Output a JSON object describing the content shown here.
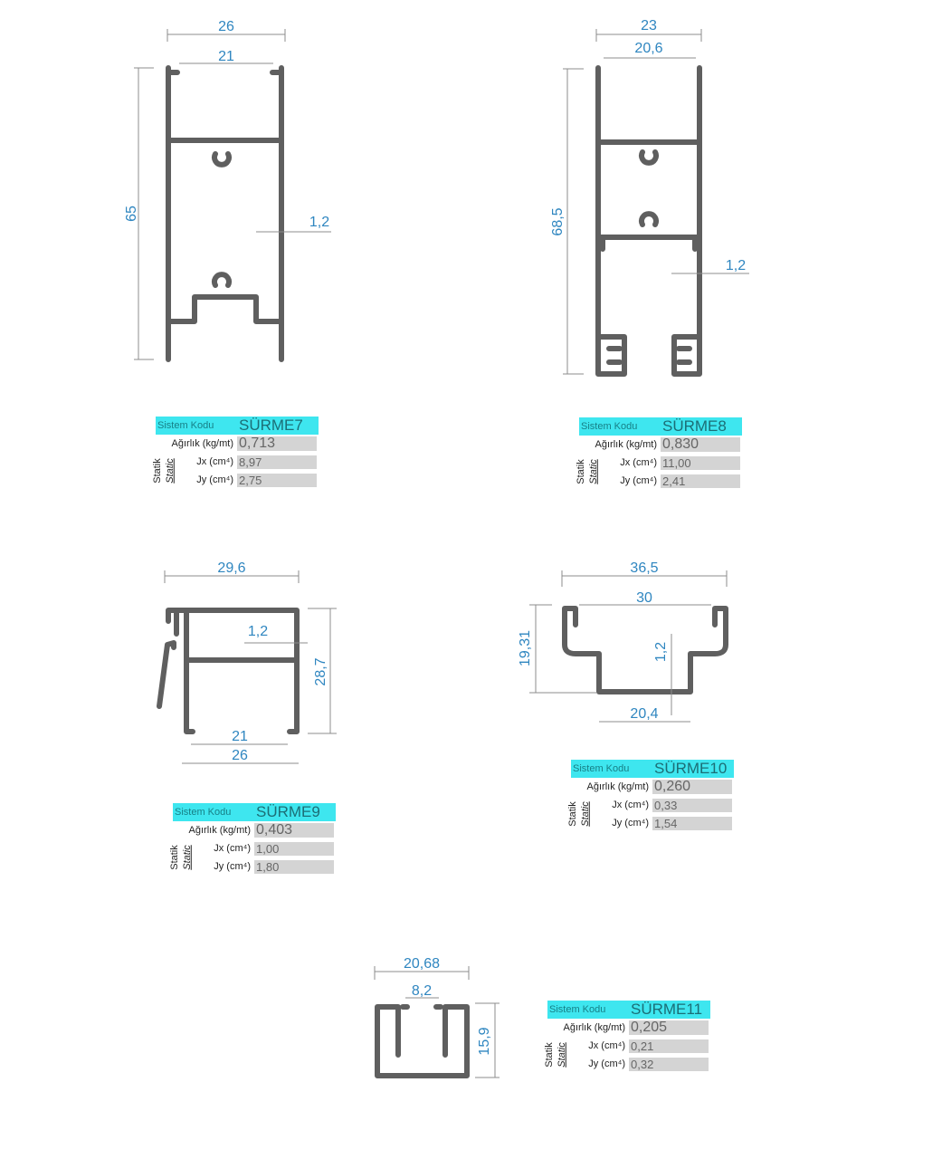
{
  "labels": {
    "system_code": "Sistem Kodu",
    "weight": "Ağırlık (kg/mt)",
    "jx": "Jx (cm⁴)",
    "jy": "Jy (cm⁴)",
    "statik": "Statik",
    "static": "Static"
  },
  "profiles": [
    {
      "code": "SÜRME7",
      "weight": "0,713",
      "jx": "8,97",
      "jy": "2,75",
      "dims": [
        "26",
        "21",
        "65",
        "1,2"
      ]
    },
    {
      "code": "SÜRME8",
      "weight": "0,830",
      "jx": "11,00",
      "jy": "2,41",
      "dims": [
        "23",
        "20,6",
        "68,5",
        "1,2"
      ]
    },
    {
      "code": "SÜRME9",
      "weight": "0,403",
      "jx": "1,00",
      "jy": "1,80",
      "dims": [
        "29,6",
        "1,2",
        "28,7",
        "21",
        "26"
      ]
    },
    {
      "code": "SÜRME10",
      "weight": "0,260",
      "jx": "0,33",
      "jy": "1,54",
      "dims": [
        "36,5",
        "30",
        "19,31",
        "1,2",
        "20,4"
      ]
    },
    {
      "code": "SÜRME11",
      "weight": "0,205",
      "jx": "0,21",
      "jy": "0,32",
      "dims": [
        "20,68",
        "8,2",
        "15,9"
      ]
    }
  ],
  "colors": {
    "header": "#3ee6ef",
    "dimension": "#2f86c0",
    "profile": "#5f5f5f"
  }
}
